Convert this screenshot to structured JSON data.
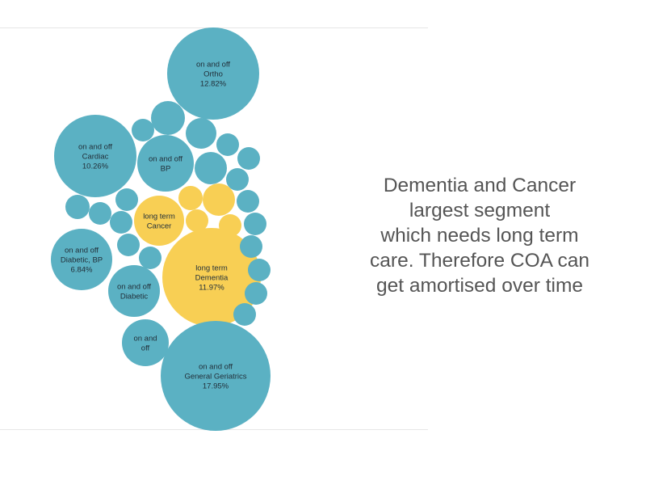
{
  "colors": {
    "ongoing": "#5BB1C3",
    "long_term": "#F8CF54",
    "label_text": "#22303a",
    "caption_text": "#555555",
    "rule": "#e6e6e6"
  },
  "chart_data": {
    "type": "bubble",
    "title": "",
    "legend": "none",
    "bubbles": [
      {
        "category": "on and off",
        "name": "Ortho",
        "value": 12.82,
        "label_lines": [
          "on and off",
          "Ortho",
          "12.82%"
        ],
        "group": "ongoing"
      },
      {
        "category": "on and off",
        "name": "Cardiac",
        "value": 10.26,
        "label_lines": [
          "on and off",
          "Cardiac",
          "10.26%"
        ],
        "group": "ongoing"
      },
      {
        "category": "on and off",
        "name": "BP",
        "value": null,
        "label_lines": [
          "on and off",
          "BP"
        ],
        "group": "ongoing"
      },
      {
        "category": "long term",
        "name": "Cancer",
        "value": null,
        "label_lines": [
          "long term",
          "Cancer"
        ],
        "group": "long_term"
      },
      {
        "category": "on and off",
        "name": "Diabetic, BP",
        "value": 6.84,
        "label_lines": [
          "on and off",
          "Diabetic, BP",
          "6.84%"
        ],
        "group": "ongoing"
      },
      {
        "category": "long term",
        "name": "Dementia",
        "value": 11.97,
        "label_lines": [
          "long term",
          "Dementia",
          "11.97%"
        ],
        "group": "long_term"
      },
      {
        "category": "on and off",
        "name": "Diabetic",
        "value": null,
        "label_lines": [
          "on and off",
          "Diabetic"
        ],
        "group": "ongoing"
      },
      {
        "category": "on and off",
        "name": "",
        "value": null,
        "label_lines": [
          "on and",
          "off"
        ],
        "group": "ongoing"
      },
      {
        "category": "on and off",
        "name": "General Geriatrics",
        "value": 17.95,
        "label_lines": [
          "on and off",
          "General Geriatrics",
          "17.95%"
        ],
        "group": "ongoing"
      },
      {
        "category": "",
        "name": "",
        "value": null,
        "label_lines": [],
        "group": "ongoing"
      },
      {
        "category": "",
        "name": "",
        "value": null,
        "label_lines": [],
        "group": "ongoing"
      },
      {
        "category": "",
        "name": "",
        "value": null,
        "label_lines": [],
        "group": "ongoing"
      },
      {
        "category": "",
        "name": "",
        "value": null,
        "label_lines": [],
        "group": "ongoing"
      },
      {
        "category": "",
        "name": "",
        "value": null,
        "label_lines": [],
        "group": "ongoing"
      },
      {
        "category": "",
        "name": "",
        "value": null,
        "label_lines": [],
        "group": "ongoing"
      },
      {
        "category": "",
        "name": "",
        "value": null,
        "label_lines": [],
        "group": "ongoing"
      },
      {
        "category": "",
        "name": "",
        "value": null,
        "label_lines": [],
        "group": "ongoing"
      },
      {
        "category": "",
        "name": "",
        "value": null,
        "label_lines": [],
        "group": "ongoing"
      },
      {
        "category": "",
        "name": "",
        "value": null,
        "label_lines": [],
        "group": "ongoing"
      },
      {
        "category": "",
        "name": "",
        "value": null,
        "label_lines": [],
        "group": "ongoing"
      },
      {
        "category": "",
        "name": "",
        "value": null,
        "label_lines": [],
        "group": "ongoing"
      },
      {
        "category": "",
        "name": "",
        "value": null,
        "label_lines": [],
        "group": "ongoing"
      },
      {
        "category": "",
        "name": "",
        "value": null,
        "label_lines": [],
        "group": "ongoing"
      },
      {
        "category": "",
        "name": "",
        "value": null,
        "label_lines": [],
        "group": "ongoing"
      },
      {
        "category": "",
        "name": "",
        "value": null,
        "label_lines": [],
        "group": "ongoing"
      },
      {
        "category": "",
        "name": "",
        "value": null,
        "label_lines": [],
        "group": "ongoing"
      },
      {
        "category": "",
        "name": "",
        "value": null,
        "label_lines": [],
        "group": "ongoing"
      },
      {
        "category": "",
        "name": "",
        "value": null,
        "label_lines": [],
        "group": "ongoing"
      },
      {
        "category": "",
        "name": "",
        "value": null,
        "label_lines": [],
        "group": "ongoing"
      },
      {
        "category": "",
        "name": "",
        "value": null,
        "label_lines": [],
        "group": "ongoing"
      },
      {
        "category": "",
        "name": "",
        "value": null,
        "label_lines": [],
        "group": "ongoing"
      },
      {
        "category": "",
        "name": "",
        "value": null,
        "label_lines": [],
        "group": "long_term"
      },
      {
        "category": "",
        "name": "",
        "value": null,
        "label_lines": [],
        "group": "long_term"
      },
      {
        "category": "",
        "name": "",
        "value": null,
        "label_lines": [],
        "group": "long_term"
      },
      {
        "category": "",
        "name": "",
        "value": null,
        "label_lines": [],
        "group": "long_term"
      }
    ]
  },
  "caption": {
    "lines": [
      "Dementia and Cancer",
      "largest segment",
      "which needs long term",
      "care. Therefore COA can",
      "get amortised over time"
    ]
  }
}
